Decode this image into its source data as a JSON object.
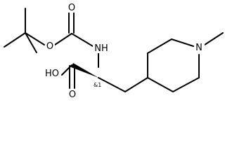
{
  "atom_labels": {
    "carbamate_ether_o": "O",
    "carbamate_carbonyl_o": "O",
    "amide_nh": "NH",
    "acid_oh": "HO",
    "acid_carbonyl_o": "O",
    "piperidine_n": "N"
  },
  "stereo_label": "&1"
}
